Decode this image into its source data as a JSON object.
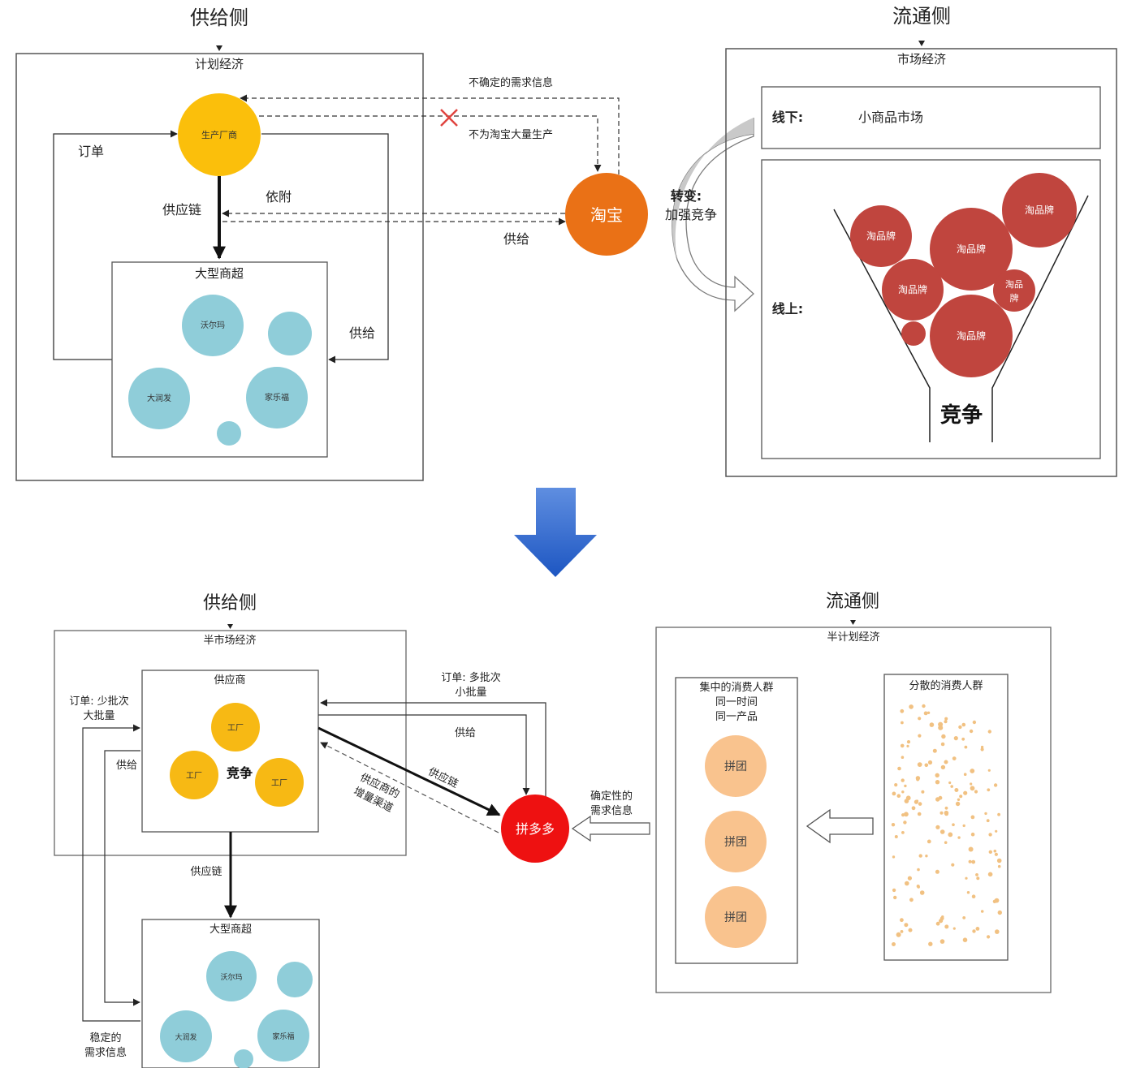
{
  "top": {
    "supply_title": "供给侧",
    "circulation_title": "流通侧",
    "planned_economy": "计划经济",
    "manufacturer": "生产厂商",
    "order": "订单",
    "supply_chain": "供应链",
    "depend": "依附",
    "supply_left": "供给",
    "supply_mid": "供给",
    "supermarket": "大型商超",
    "walmart": "沃尔玛",
    "rt_mart": "大润发",
    "carrefour": "家乐福",
    "uncertain_info": "不确定的需求信息",
    "no_mass_production": "不为淘宝大量生产",
    "taobao": "淘宝",
    "transform_label": "转变:",
    "transform_desc": "加强竞争",
    "market_economy": "市场经济",
    "offline": "线下:",
    "small_goods_market": "小商品市场",
    "online": "线上:",
    "taobao_brand": "淘品牌",
    "taobao_brand_small_1": "淘品",
    "taobao_brand_small_2": "牌",
    "competition": "竞争"
  },
  "bottom": {
    "supply_title": "供给侧",
    "circulation_title": "流通侧",
    "semi_market_economy": "半市场经济",
    "supplier": "供应商",
    "factory": "工厂",
    "competition": "竞争",
    "order_left_1": "订单: 少批次",
    "order_left_2": "大批量",
    "supply_left": "供给",
    "order_right_1": "订单: 多批次",
    "order_right_2": "小批量",
    "supply_right": "供给",
    "supply_chain_diag": "供应链",
    "supplier_channel_1": "供应商的",
    "supplier_channel_2": "增量渠道",
    "pinduoduo": "拼多多",
    "certain_info_1": "确定性的",
    "certain_info_2": "需求信息",
    "supply_chain_down": "供应链",
    "supermarket": "大型商超",
    "walmart": "沃尔玛",
    "rt_mart": "大润发",
    "carrefour": "家乐福",
    "stable_info_1": "稳定的",
    "stable_info_2": "需求信息",
    "semi_planned_economy": "半计划经济",
    "concentrated_1": "集中的消费人群",
    "concentrated_2": "同一时间",
    "concentrated_3": "同一产品",
    "group_buy": "拼团",
    "scattered": "分散的消费人群"
  },
  "colors": {
    "manufacturer": "#fbbf0b",
    "taobao": "#ea7116",
    "store": "#8fcdd9",
    "brand": "#c0453e",
    "factory": "#f7b914",
    "pinduoduo": "#ee1111",
    "group_buy": "#f9c38e",
    "dots": "#f1c182",
    "arrow_blue": "#2d68cc"
  }
}
